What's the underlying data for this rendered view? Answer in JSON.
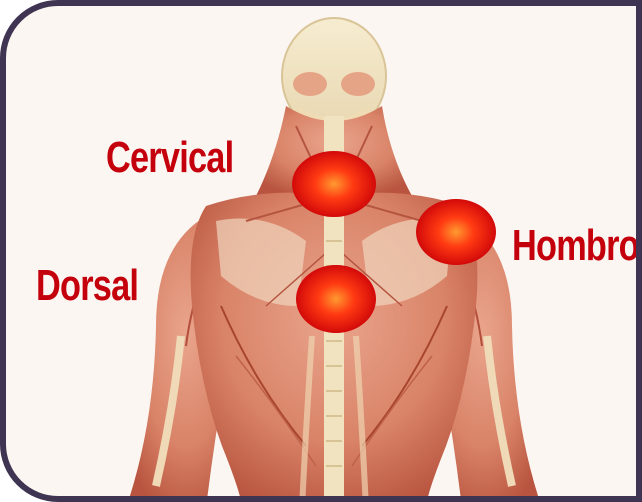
{
  "labels": {
    "cervical": "Cervical",
    "hombro": "Hombro",
    "dorsal": "Dorsal"
  },
  "colors": {
    "label_red": "#c4000c",
    "frame_border": "#3f3552",
    "background": "#fcf6f3",
    "pain_spot_outer": "#e10d0d",
    "pain_spot_inner": "#ff9a30"
  },
  "icons": {
    "figure": "back-muscle-anatomy-figure",
    "pain_spot": "red-pain-spot"
  }
}
